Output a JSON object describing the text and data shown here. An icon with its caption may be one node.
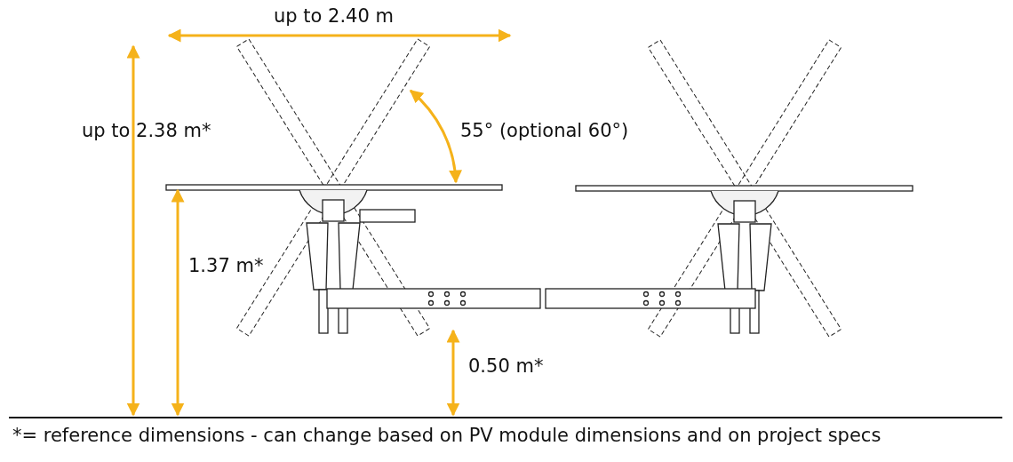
{
  "diagram": {
    "labels": [
      "up to 2.40 m",
      "up to 2.38 m*",
      "55° (optional 60°)",
      "1.37 m*",
      "0.50 m*",
      "*= reference dimensions - can change based on PV module dimensions and on project specs"
    ]
  }
}
